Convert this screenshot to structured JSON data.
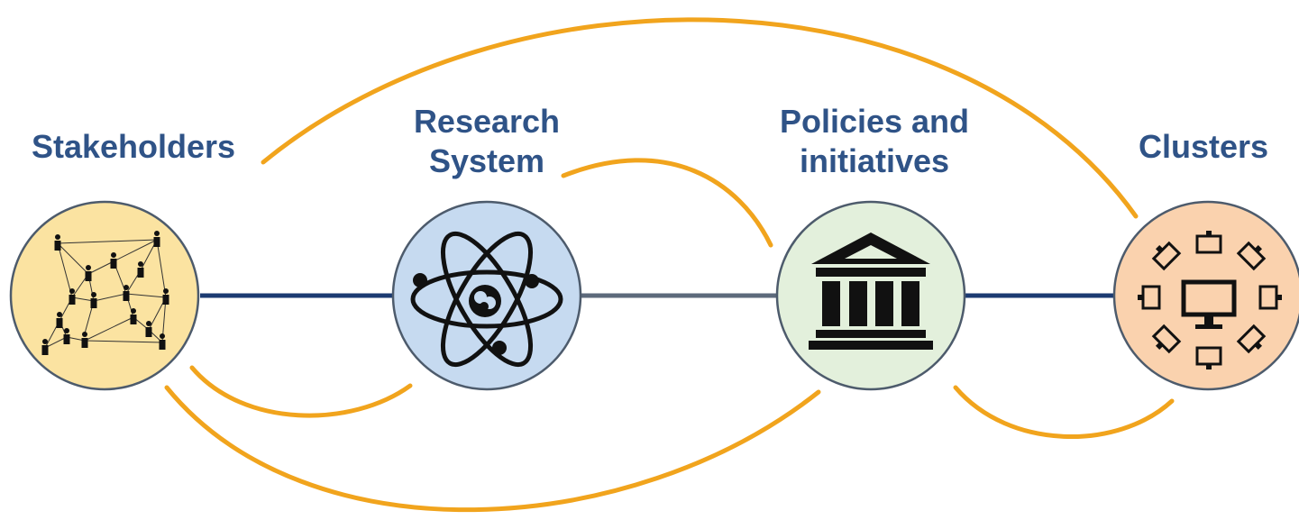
{
  "nodes": [
    {
      "id": "stakeholders",
      "label_lines": [
        "Stakeholders"
      ],
      "fill": "#fbe3a1",
      "icon": "people-network-icon"
    },
    {
      "id": "research-system",
      "label_lines": [
        "Research",
        "System"
      ],
      "fill": "#c6daf0",
      "icon": "atom-icon"
    },
    {
      "id": "policies",
      "label_lines": [
        "Policies and",
        "initiatives"
      ],
      "fill": "#e3f0dc",
      "icon": "institution-building-icon"
    },
    {
      "id": "clusters",
      "label_lines": [
        "Clusters"
      ],
      "fill": "#fad2ae",
      "icon": "connected-devices-icon"
    }
  ],
  "colors": {
    "label": "#2f5387",
    "node_border": "#4d5b6c",
    "connector_dark": "#1c3b72",
    "connector_gray": "#5d6a7b",
    "arc": "#f1a41d"
  }
}
